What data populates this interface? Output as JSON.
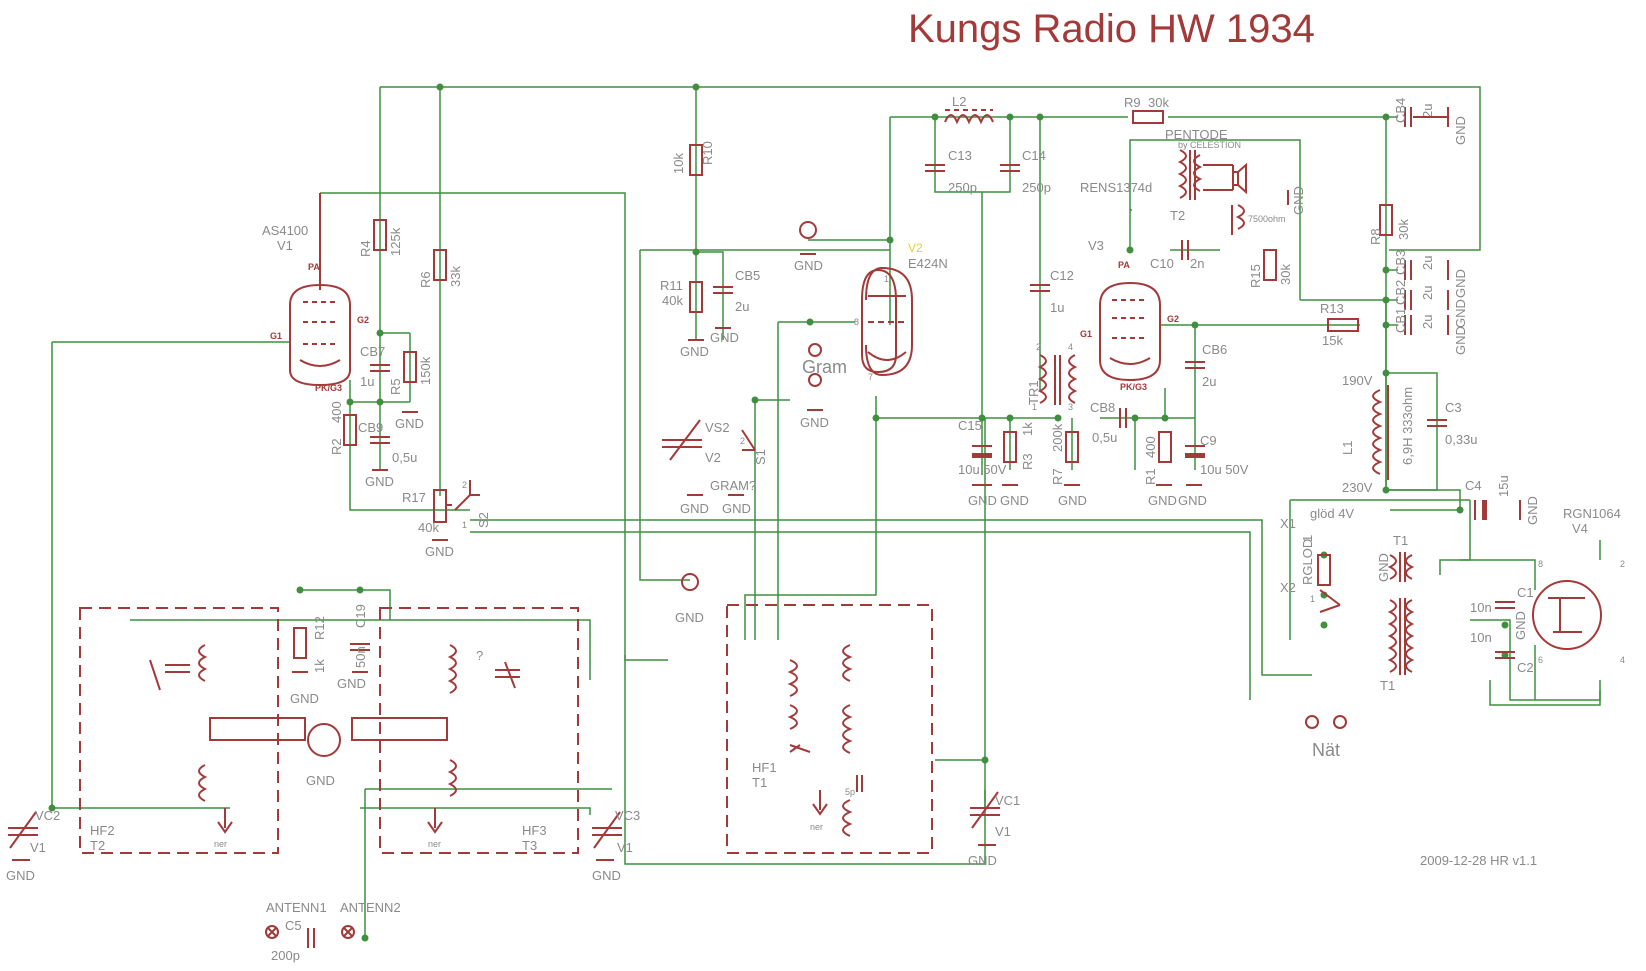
{
  "title": "Kungs Radio HW 1934",
  "footer": "2009-12-28 HR v1.1",
  "colors": {
    "wire": "#3f8f3f",
    "component": "#a33a3a",
    "label": "#8a8a8a",
    "highlight": "#e0d030"
  },
  "tubes": {
    "v1": {
      "model": "AS4100",
      "ref": "V1",
      "pa": "PA",
      "g1": "G1",
      "g2": "G2",
      "pk": "PK/G3"
    },
    "v2": {
      "model": "E424N",
      "ref": "V2",
      "p1": "1",
      "p8": "8",
      "p7": "7"
    },
    "v3": {
      "model": "RENS1374d",
      "ref": "V3",
      "pa": "PA",
      "g1": "G1",
      "g2": "G2",
      "pk": "PK/G3"
    },
    "v4": {
      "model": "RGN1064",
      "ref": "V4",
      "p8": "8",
      "p2": "2",
      "p6": "6",
      "p4": "4"
    }
  },
  "resistors": {
    "r10": {
      "ref": "R10",
      "value": "10k"
    },
    "r11": {
      "ref": "R11",
      "value": "40k"
    },
    "r4": {
      "ref": "R4",
      "value": "125k"
    },
    "r6": {
      "ref": "R6",
      "value": "33k"
    },
    "r5": {
      "ref": "R5",
      "value": "150k"
    },
    "r2": {
      "ref": "R2",
      "value": "400"
    },
    "r17": {
      "ref": "R17",
      "value": "40k"
    },
    "r9": {
      "ref": "R9",
      "value": "30k"
    },
    "r8": {
      "ref": "R8",
      "value": "30k"
    },
    "r15": {
      "ref": "R15",
      "value": "30k"
    },
    "r13": {
      "ref": "R13",
      "value": "15k"
    },
    "r3": {
      "ref": "R3",
      "value": "1k"
    },
    "r7": {
      "ref": "R7",
      "value": "200k"
    },
    "r1": {
      "ref": "R1",
      "value": "400"
    },
    "r12": {
      "ref": "R12",
      "value": "1k"
    },
    "rglod": {
      "ref": "RGLOD",
      "value": "1"
    }
  },
  "capacitors": {
    "cb5": {
      "ref": "CB5",
      "value": "2u"
    },
    "cb7": {
      "ref": "CB7",
      "value": "1u"
    },
    "cb9": {
      "ref": "CB9",
      "value": "0,5u"
    },
    "c13": {
      "ref": "C13",
      "value": "250p"
    },
    "c14": {
      "ref": "C14",
      "value": "250p"
    },
    "c12": {
      "ref": "C12",
      "value": "1u"
    },
    "c10": {
      "ref": "C10",
      "value": "2n"
    },
    "cb6": {
      "ref": "CB6",
      "value": "2u"
    },
    "cb8": {
      "ref": "CB8",
      "value": "0,5u"
    },
    "c15": {
      "ref": "C15",
      "value": "10u 50V"
    },
    "c9": {
      "ref": "C9",
      "value": "10u 50V"
    },
    "cb4": {
      "ref": "CB4",
      "value": "2u"
    },
    "cb3": {
      "ref": "CB3",
      "value": "2u"
    },
    "cb2": {
      "ref": "CB2",
      "value": "2u"
    },
    "cb1": {
      "ref": "CB1",
      "value": "2u"
    },
    "c3": {
      "ref": "C3",
      "value": "0,33u"
    },
    "c4": {
      "ref": "C4",
      "value": "15u"
    },
    "c1": {
      "ref": "C1",
      "value": "10n"
    },
    "c2": {
      "ref": "C2",
      "value": "10n"
    },
    "c19": {
      "ref": "C19",
      "value": "50n"
    },
    "c5": {
      "ref": "C5",
      "value": "200p"
    },
    "vc1": {
      "ref": "VC1",
      "sub": "V1"
    },
    "vc2": {
      "ref": "VC2",
      "sub": "V1"
    },
    "vc3": {
      "ref": "VC3",
      "sub": "V1"
    },
    "vs2": {
      "ref": "VS2",
      "sub": "V2"
    },
    "p5": "5p"
  },
  "inductors": {
    "l2": {
      "ref": "L2"
    },
    "l1": {
      "ref": "L1",
      "value": "6,9H 333ohm",
      "v190": "190V",
      "v230": "230V"
    },
    "t2": {
      "ref": "T2"
    },
    "tr1": {
      "ref": "TR1",
      "p1": "1",
      "p2": "2",
      "p3": "3",
      "p4": "4"
    },
    "t1": {
      "ref": "T1"
    },
    "hf1": {
      "ref": "HF1",
      "sub": "T1"
    },
    "hf2": {
      "ref": "HF2",
      "sub": "T2"
    },
    "hf3": {
      "ref": "HF3",
      "sub": "T3"
    }
  },
  "misc": {
    "pentode": "PENTODE",
    "celestion": "by CELESTION",
    "ohm7500": "7500ohm",
    "gram": "Gram",
    "gram_switch": "GRAM?",
    "s1": "S1",
    "s2": "S2",
    "s2_pin1": "1",
    "s2_pin2": "2",
    "s1_pin2": "2",
    "gnd": "GND",
    "nat": "Nät",
    "x1": "X1",
    "x2": "X2",
    "glod": "glöd 4V",
    "antenn1": "ANTENN1",
    "antenn2": "ANTENN2",
    "ner": "ner",
    "question": "?",
    "one": "1"
  }
}
